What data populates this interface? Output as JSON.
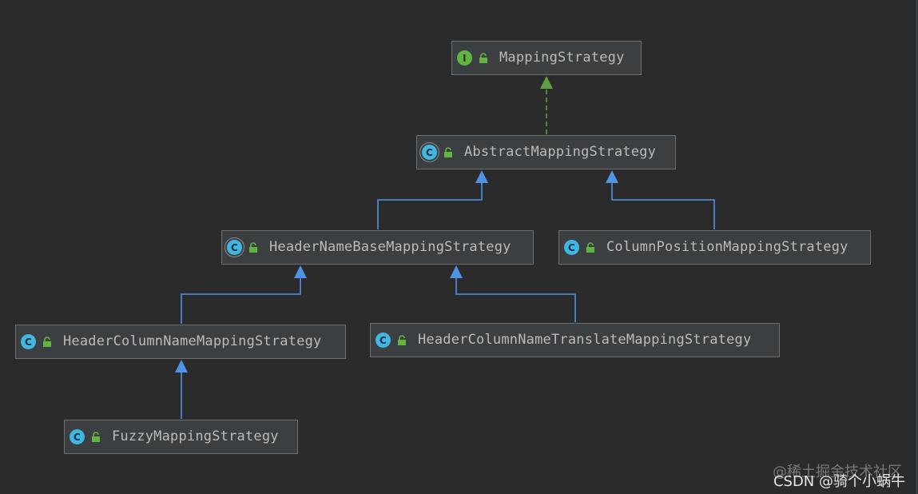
{
  "colors": {
    "background": "#2b2b2b",
    "node_fill": "#3c3f41",
    "node_border": "#6e6e6e",
    "inheritance_arrow": "#4f94e4",
    "implements_arrow": "#5ea040",
    "text": "#bbbbbb"
  },
  "nodes": {
    "mapping_strategy": {
      "label": "MappingStrategy",
      "kind": "interface",
      "icon_letter": "I"
    },
    "abstract_mapping_strategy": {
      "label": "AbstractMappingStrategy",
      "kind": "abstract-class",
      "icon_letter": "C"
    },
    "header_name_base_mapping_strategy": {
      "label": "HeaderNameBaseMappingStrategy",
      "kind": "abstract-class",
      "icon_letter": "C"
    },
    "column_position_mapping_strategy": {
      "label": "ColumnPositionMappingStrategy",
      "kind": "class",
      "icon_letter": "C"
    },
    "header_column_name_mapping_strategy": {
      "label": "HeaderColumnNameMappingStrategy",
      "kind": "class",
      "icon_letter": "C"
    },
    "header_column_name_translate_mapping_strategy": {
      "label": "HeaderColumnNameTranslateMappingStrategy",
      "kind": "class",
      "icon_letter": "C"
    },
    "fuzzy_mapping_strategy": {
      "label": "FuzzyMappingStrategy",
      "kind": "class",
      "icon_letter": "C"
    }
  },
  "edges": [
    {
      "from": "AbstractMappingStrategy",
      "to": "MappingStrategy",
      "type": "implements"
    },
    {
      "from": "HeaderNameBaseMappingStrategy",
      "to": "AbstractMappingStrategy",
      "type": "extends"
    },
    {
      "from": "ColumnPositionMappingStrategy",
      "to": "AbstractMappingStrategy",
      "type": "extends"
    },
    {
      "from": "HeaderColumnNameMappingStrategy",
      "to": "HeaderNameBaseMappingStrategy",
      "type": "extends"
    },
    {
      "from": "HeaderColumnNameTranslateMappingStrategy",
      "to": "HeaderNameBaseMappingStrategy",
      "type": "extends"
    },
    {
      "from": "FuzzyMappingStrategy",
      "to": "HeaderColumnNameMappingStrategy",
      "type": "extends"
    }
  ],
  "watermark": {
    "line1": "@稀土掘金技术社区",
    "line2": "CSDN @骑个小蜗牛"
  },
  "icons": {
    "interface": "interface-icon",
    "class": "class-icon",
    "abstract": "abstract-class-icon",
    "access": "unlocked-icon"
  }
}
